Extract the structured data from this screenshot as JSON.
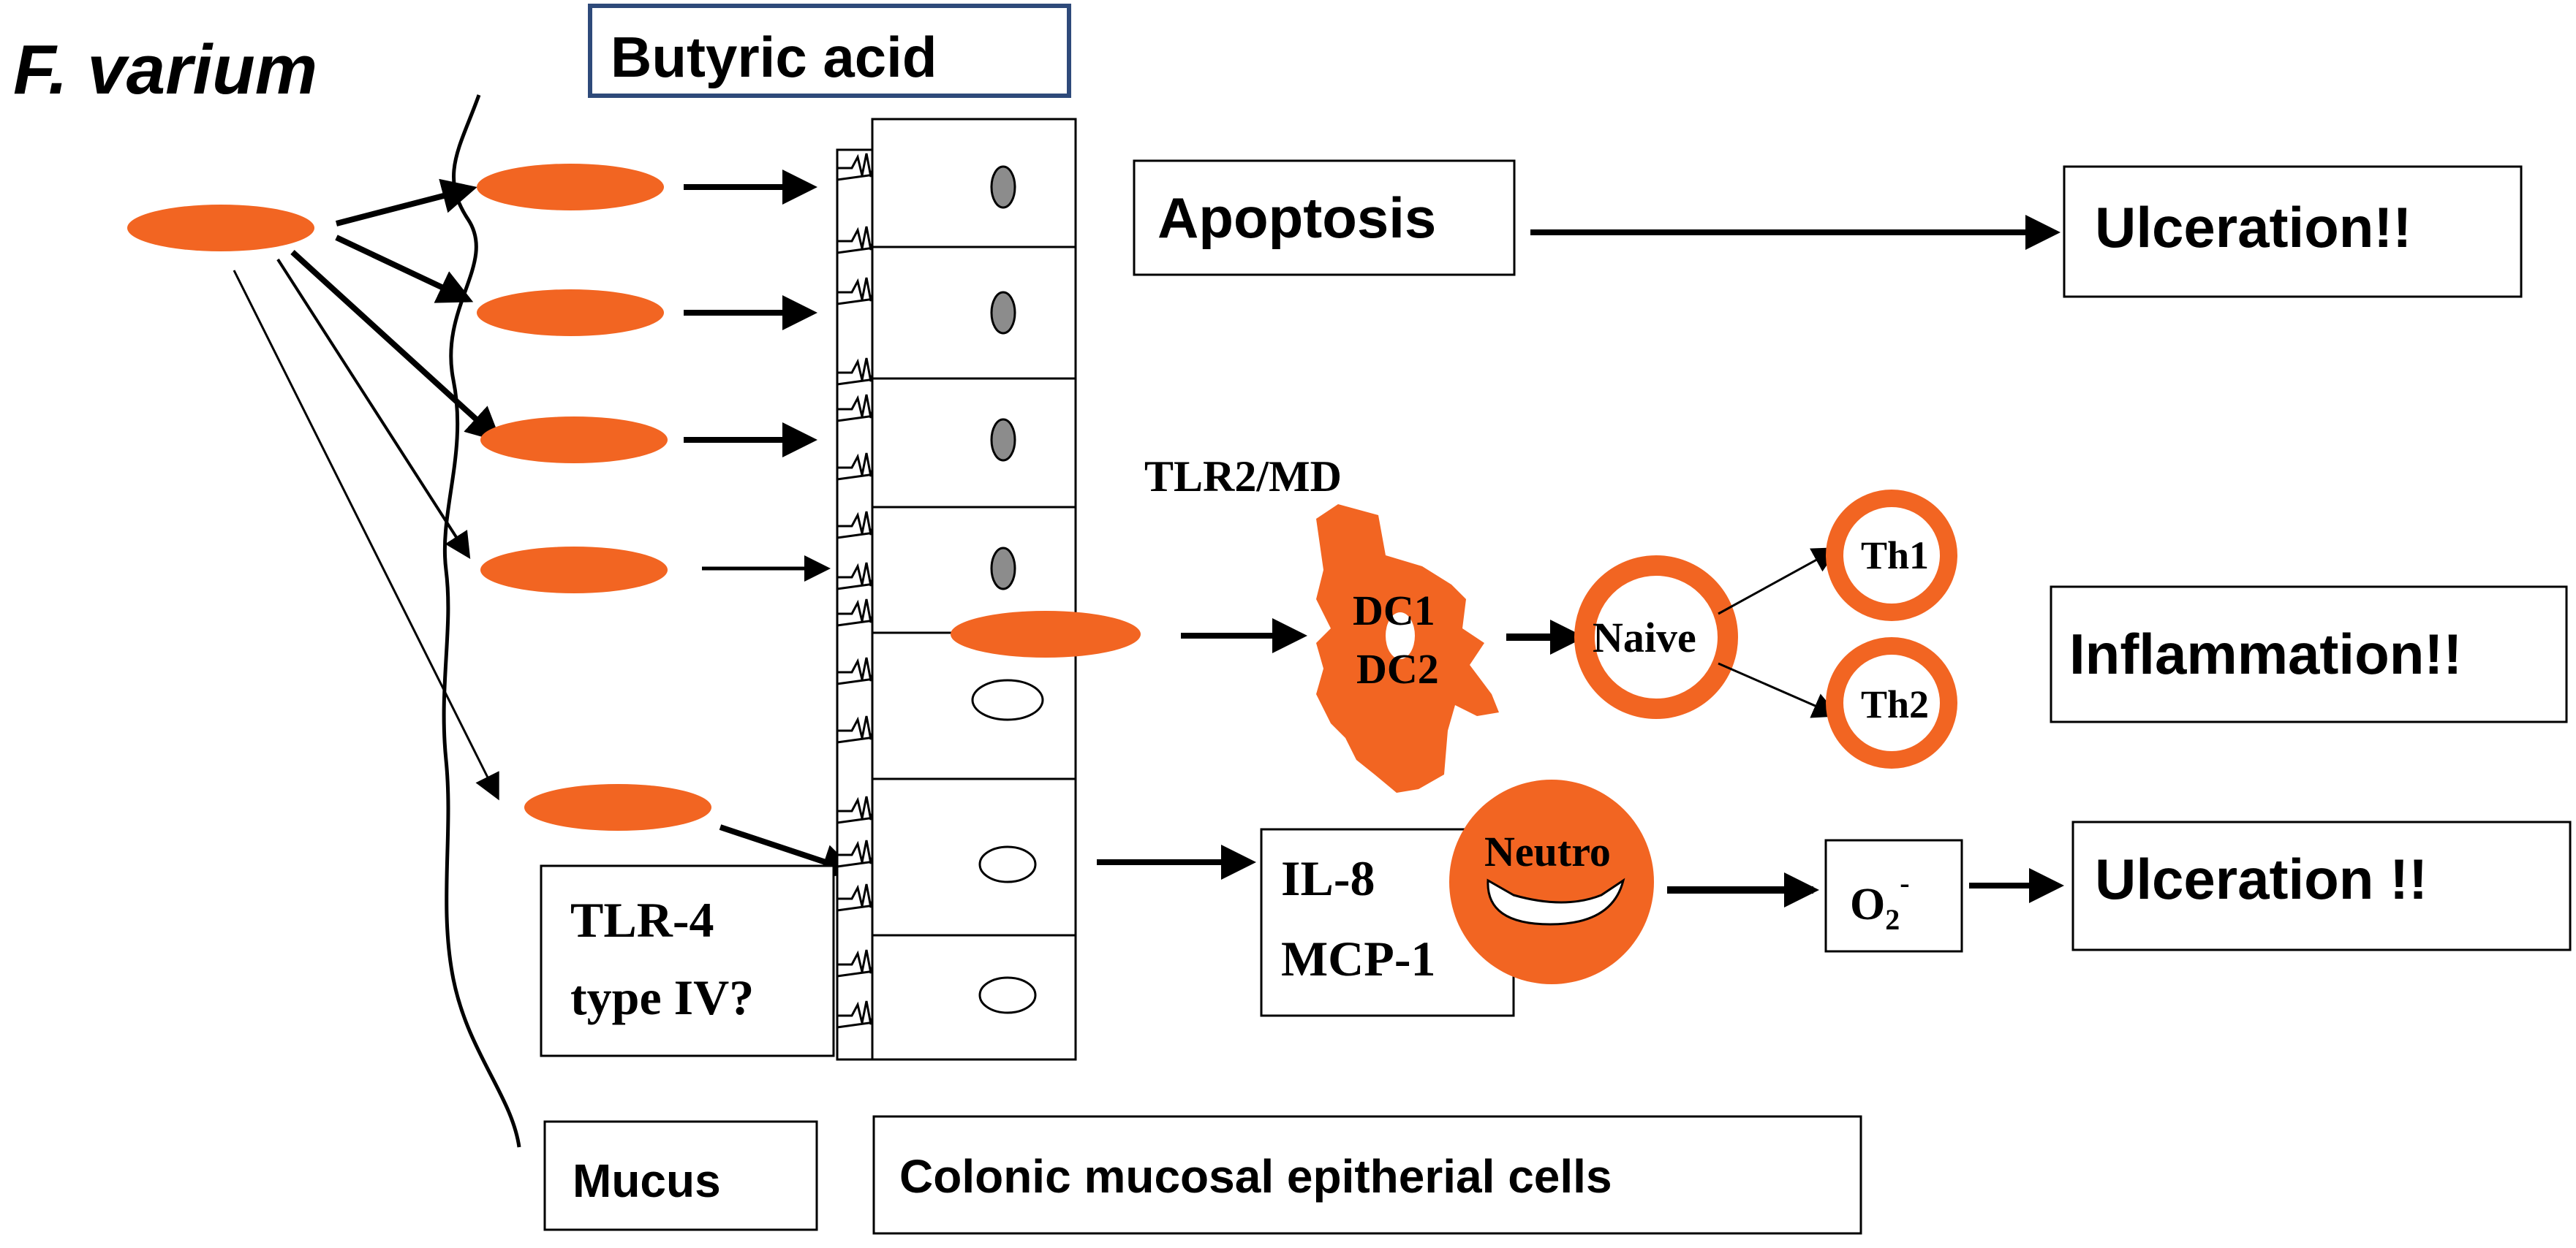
{
  "title": "F. varium",
  "labels": {
    "butyric_acid": "Butyric acid",
    "apoptosis": "Apoptosis",
    "ulceration_top": "Ulceration!!",
    "tlr2": "TLR2/MD",
    "dc1": "DC1",
    "dc2": "DC2",
    "naive": "Naive",
    "th1": "Th1",
    "th2": "Th2",
    "inflammation": "Inflammation!!",
    "il8": "IL-8",
    "mcp1": "MCP-1",
    "neutro": "Neutro",
    "o2": "O",
    "o2_sub": "2",
    "o2_sup": "-",
    "ulceration_bottom": "Ulceration !!",
    "tlr4": "TLR-4",
    "type_iv": "type IV?",
    "mucus": "Mucus",
    "colonic": "Colonic mucosal epitherial cells"
  },
  "colors": {
    "bacteria": "#f26522",
    "box_border_highlight": "#2e4a7a",
    "line": "#000000",
    "nucleus_dark": "#8c8c8c"
  }
}
